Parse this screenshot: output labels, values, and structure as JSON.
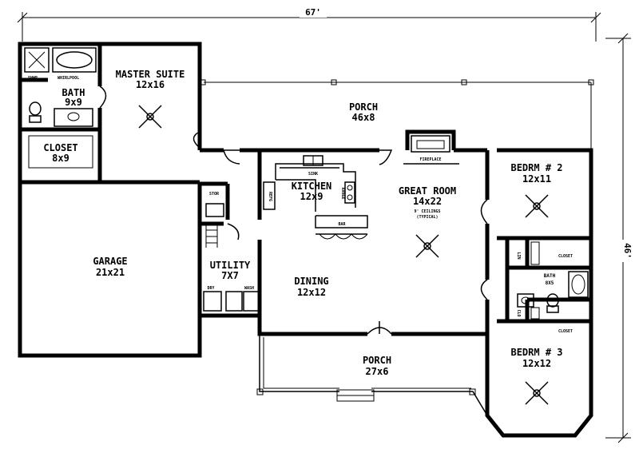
{
  "plan": {
    "width_dim": "67'",
    "depth_dim": "46'",
    "rooms": {
      "master_suite": {
        "name": "MASTER SUITE",
        "size": "12x16"
      },
      "bath_master": {
        "name": "BATH",
        "size": "9x9"
      },
      "closet_master": {
        "name": "CLOSET",
        "size": "8x9"
      },
      "porch_rear": {
        "name": "PORCH",
        "size": "46x8"
      },
      "kitchen": {
        "name": "KITCHEN",
        "size": "12x9"
      },
      "great_room": {
        "name": "GREAT ROOM",
        "size": "14x22"
      },
      "bedrm2": {
        "name": "BEDRM # 2",
        "size": "12x11"
      },
      "bedrm3": {
        "name": "BEDRM # 3",
        "size": "12x12"
      },
      "garage": {
        "name": "GARAGE",
        "size": "21x21"
      },
      "utility": {
        "name": "UTILITY",
        "size": "7X7"
      },
      "dining": {
        "name": "DINING",
        "size": "12x12"
      },
      "bath2": {
        "name": "BATH",
        "size": "8X5"
      },
      "porch_front": {
        "name": "PORCH",
        "size": "27x6"
      }
    },
    "notes": {
      "shwr": "SHWR",
      "whirlpool": "WHIRLPOOL",
      "fireplace": "FIREPLACE",
      "ceilings_1": "9' CEILINGS",
      "ceilings_2": "(TYPICAL)",
      "sink": "SINK",
      "refg": "REFG",
      "range": "RANGE",
      "bar": "BAR",
      "stor": "STOR",
      "dry": "DRY",
      "wash": "WASH",
      "closet": "CLOSET",
      "lin": "LIN",
      "clo": "CLO"
    }
  }
}
